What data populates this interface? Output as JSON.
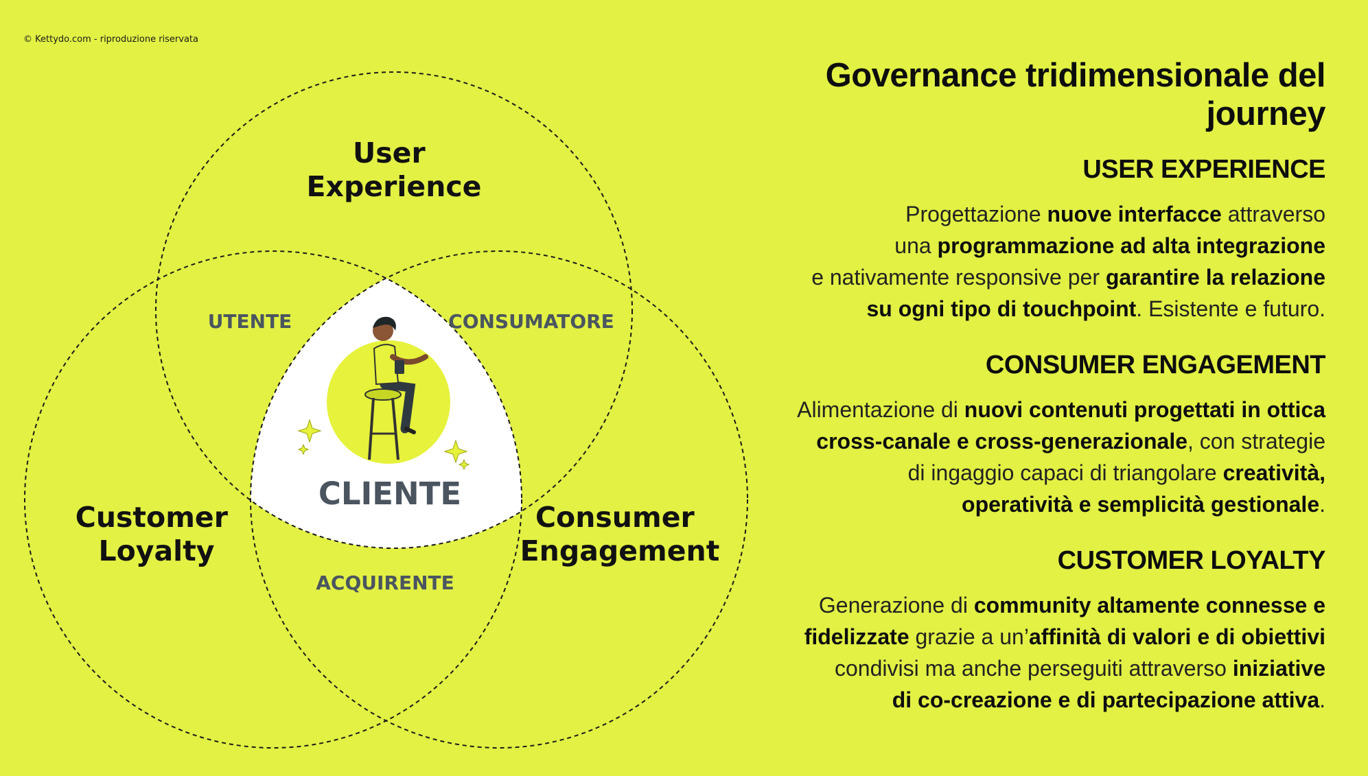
{
  "copyright": "© Kettydo.com - riproduzione riservata",
  "title": "Governance tridimensionale del journey",
  "venn": {
    "circles": {
      "top": [
        "User",
        "Experience"
      ],
      "left": [
        "Customer",
        "Loyalty"
      ],
      "right": [
        "Consumer",
        "Engagement"
      ]
    },
    "overlaps": {
      "top_left": "UTENTE",
      "top_right": "CONSUMATORE",
      "bottom": "ACQUIRENTE"
    },
    "center": "CLIENTE"
  },
  "sections": [
    {
      "heading": "USER EXPERIENCE",
      "lines": [
        [
          {
            "t": "Progettazione "
          },
          {
            "t": "nuove interfacce",
            "b": true
          },
          {
            "t": " attraverso"
          }
        ],
        [
          {
            "t": "una "
          },
          {
            "t": "programmazione ad alta integrazione",
            "b": true
          }
        ],
        [
          {
            "t": "e nativamente responsive per "
          },
          {
            "t": "garantire la relazione",
            "b": true
          }
        ],
        [
          {
            "t": "su ogni tipo di touchpoint",
            "b": true
          },
          {
            "t": ". Esistente e futuro."
          }
        ]
      ]
    },
    {
      "heading": "CONSUMER ENGAGEMENT",
      "lines": [
        [
          {
            "t": "Alimentazione di "
          },
          {
            "t": "nuovi contenuti progettati in ottica",
            "b": true
          }
        ],
        [
          {
            "t": "cross-canale e cross-generazionale",
            "b": true
          },
          {
            "t": ", con strategie"
          }
        ],
        [
          {
            "t": "di ingaggio capaci di triangolare "
          },
          {
            "t": "creatività,",
            "b": true
          }
        ],
        [
          {
            "t": "operatività e semplicità gestionale",
            "b": true
          },
          {
            "t": "."
          }
        ]
      ]
    },
    {
      "heading": "CUSTOMER LOYALTY",
      "lines": [
        [
          {
            "t": "Generazione di "
          },
          {
            "t": "community altamente connesse e",
            "b": true
          }
        ],
        [
          {
            "t": "fidelizzate",
            "b": true
          },
          {
            "t": " grazie a un’"
          },
          {
            "t": "affinità di valori e di obiettivi",
            "b": true
          }
        ],
        [
          {
            "t": "condivisi ma anche perseguiti attraverso "
          },
          {
            "t": "iniziative",
            "b": true
          }
        ],
        [
          {
            "t": "di co-creazione e di partecipazione attiva",
            "b": true
          },
          {
            "t": "."
          }
        ]
      ]
    }
  ],
  "colors": {
    "background": "#e2f143",
    "label_gray": "#4a5560",
    "center_fill": "#ffffff",
    "accent_lime": "#e6f23b"
  }
}
